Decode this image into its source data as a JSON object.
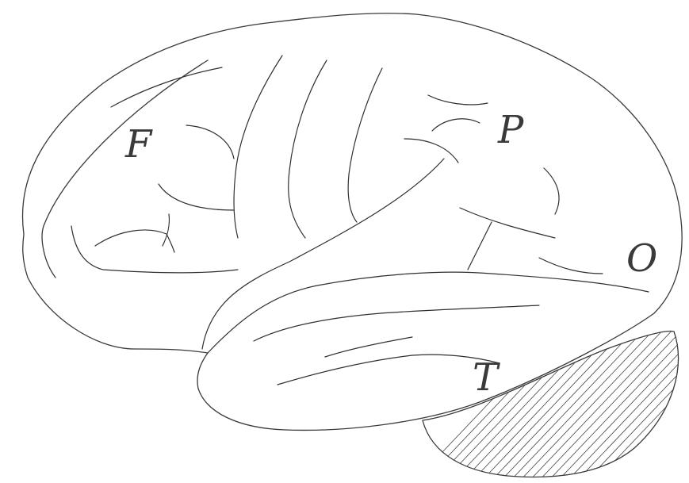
{
  "diagram": {
    "lobes": [
      {
        "id": "frontal",
        "label": "F"
      },
      {
        "id": "parietal",
        "label": "P"
      },
      {
        "id": "occipital",
        "label": "O"
      },
      {
        "id": "temporal",
        "label": "T"
      }
    ]
  },
  "colors": {
    "line": "#3a3a3a",
    "background": "#ffffff"
  }
}
